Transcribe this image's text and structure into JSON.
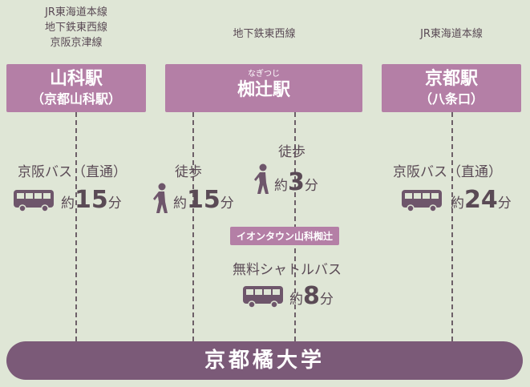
{
  "columns": {
    "left": {
      "lines": [
        "JR東海道本線",
        "地下鉄東西線",
        "京阪京津線"
      ],
      "station_name": "山科駅",
      "station_sub": "（京都山科駅）",
      "route": {
        "mode": "京阪バス（直通）",
        "approx": "約",
        "minutes": "15",
        "unit": "分",
        "icon": "bus-icon"
      }
    },
    "center": {
      "line": "地下鉄東西線",
      "station_ruby": "なぎつじ",
      "station_name": "椥辻駅",
      "walk_route": {
        "mode": "徒歩",
        "approx": "約",
        "minutes": "15",
        "unit": "分",
        "icon": "walking-person-icon"
      },
      "aeon_route": {
        "mode": "徒歩",
        "approx": "約",
        "minutes": "3",
        "unit": "分",
        "icon": "walking-person-icon"
      },
      "aeon_label": "イオンタウン山科椥辻",
      "shuttle_route": {
        "mode": "無料シャトルバス",
        "approx": "約",
        "minutes": "8",
        "unit": "分",
        "icon": "bus-icon"
      }
    },
    "right": {
      "line": "JR東海道本線",
      "station_name": "京都駅",
      "station_sub": "（八条口）",
      "route": {
        "mode": "京阪バス（直通）",
        "approx": "約",
        "minutes": "24",
        "unit": "分",
        "icon": "bus-icon"
      }
    }
  },
  "destination": "京都橘大学",
  "colors": {
    "background": "#dfe6d6",
    "station": "#b47fa6",
    "destination": "#7b5a78",
    "text": "#5a4a55"
  }
}
